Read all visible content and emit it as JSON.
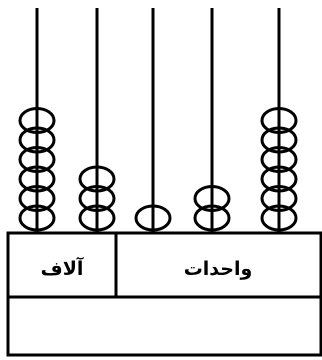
{
  "diagram": {
    "labels": {
      "thousands": "آلاف",
      "units": "واحدات"
    },
    "rods": [
      {
        "id": "rod-1",
        "beads": 6
      },
      {
        "id": "rod-2",
        "beads": 3
      },
      {
        "id": "rod-3",
        "beads": 1
      },
      {
        "id": "rod-4",
        "beads": 2
      },
      {
        "id": "rod-5",
        "beads": 6
      }
    ],
    "colors": {
      "stroke": "#000000",
      "background": "#ffffff"
    }
  }
}
